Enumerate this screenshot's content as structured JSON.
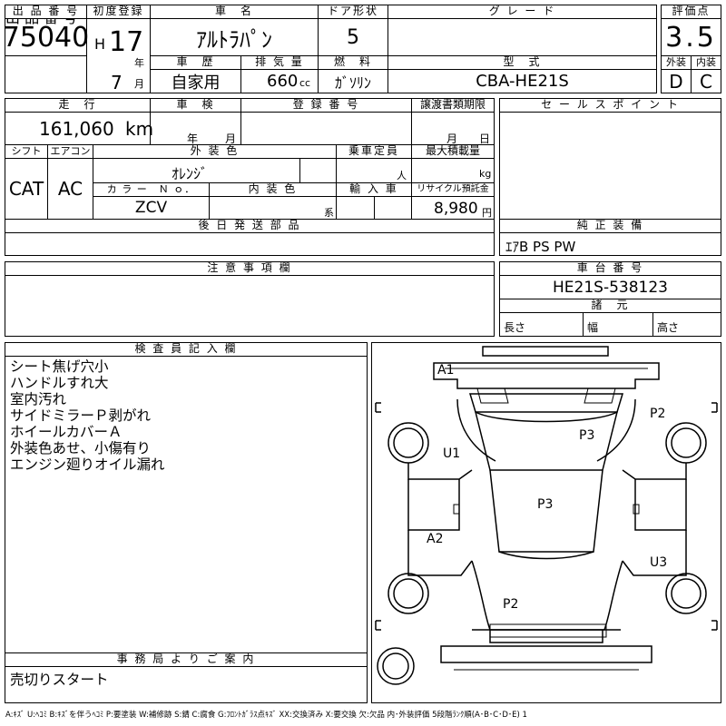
{
  "header": {
    "lot_label": "出 品 番 号",
    "lot_no": "75040",
    "first_reg_label": "初度登録",
    "era": "H",
    "year": "17",
    "year_unit": "年",
    "month": "7",
    "month_unit": "月",
    "name_label": "車　名",
    "car_name": "ｱﾙﾄﾗﾊﾟﾝ",
    "door_label": "ドア形状",
    "doors": "5",
    "grade_label": "グ レ ー ド",
    "grade": "",
    "score_label": "評価点",
    "score": "3.5",
    "history_label": "車　歴",
    "history": "自家用",
    "disp_label": "排 気 量",
    "displacement": "660",
    "disp_unit": "cc",
    "fuel_label": "燃　料",
    "fuel": "ｶﾞｿﾘﾝ",
    "model_label": "型　式",
    "model": "CBA-HE21S",
    "ext_label": "外装",
    "ext_grade": "D",
    "int_label": "内装",
    "int_grade": "C"
  },
  "mileage": {
    "label": "走　行",
    "value": "161,060",
    "unit": "km"
  },
  "inspection": {
    "label": "車　検",
    "year_unit": "年",
    "month_unit": "月"
  },
  "registration": {
    "label": "登 録 番 号"
  },
  "transfer_doc": {
    "label": "譲渡書類期限",
    "month_unit": "月",
    "day_unit": "日"
  },
  "sales_point": {
    "label": "セ ー ル ス ポ イ ン ト"
  },
  "spec": {
    "shift_label": "シフト",
    "shift": "CAT",
    "ac_label": "エアコン",
    "ac": "AC",
    "ext_color_label": "外 装 色",
    "ext_color": "ｵﾚﾝｼﾞ",
    "capacity_label": "乗車定員",
    "capacity_unit": "人",
    "load_label": "最大積載量",
    "load_unit": "kg",
    "color_no_label": "カ ラ ー　Ｎ ｏ．",
    "color_no": "ZCV",
    "int_color_label": "内 装 色",
    "int_color_unit": "系",
    "import_label": "輸 入 車",
    "recycle_label": "リサイクル預託金",
    "recycle_fee": "8,980",
    "recycle_unit": "円"
  },
  "later_parts": {
    "label": "後 日 発 送 部 品"
  },
  "genuine": {
    "label": "純 正 装 備",
    "value": "ｴｱB PS PW"
  },
  "notes": {
    "label": "注 意 事 項 欄"
  },
  "chassis": {
    "label": "車 台 番 号",
    "value": "HE21S-538123",
    "dims_label": "諸　元",
    "length_label": "長さ",
    "width_label": "幅",
    "height_label": "高さ"
  },
  "inspector": {
    "label": "検 査 員 記 入 欄",
    "lines": [
      "シート焦げ穴小",
      "ハンドルすれ大",
      "室内汚れ",
      "サイドミラーＰ剥がれ",
      "ホイールカバーＡ",
      "外装色あせ、小傷有り",
      "エンジン廻りオイル漏れ"
    ]
  },
  "office": {
    "label": "事 務 局 よ り ご 案 内",
    "text": "売切りスタート"
  },
  "diagram_marks": [
    "A1",
    "P2",
    "P3",
    "U1",
    "P3",
    "A2",
    "U3",
    "P2"
  ],
  "legend": "A:ｷｽﾞ U:ﾍｺﾐ B:ｷｽﾞを伴うﾍｺﾐ P:要塗装 W:補修跡 S:錆 C:腐食 G:ﾌﾛﾝﾄｶﾞﾗｽ点ｷｽﾞ XX:交換済み X:要交換 欠:欠品 内･外装評価 5段階ﾗﾝｸ順(A･B･C･D･E) 1"
}
